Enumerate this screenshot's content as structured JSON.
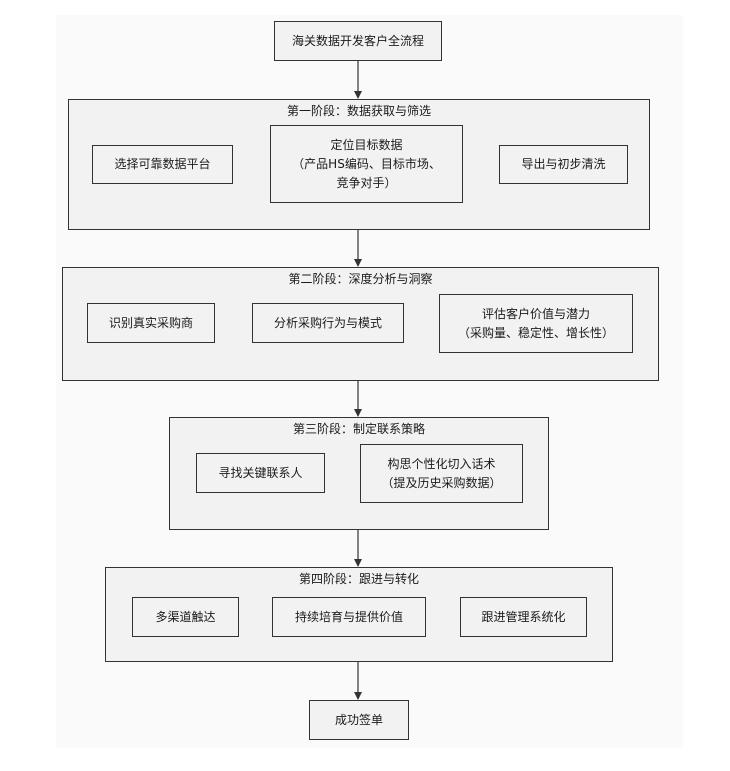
{
  "start": {
    "label": "海关数据开发客户全流程"
  },
  "end": {
    "label": "成功签单"
  },
  "stages": [
    {
      "title": "第一阶段：数据获取与筛选",
      "steps": [
        {
          "label": "选择可靠数据平台"
        },
        {
          "label": "定位目标数据\n（产品HS编码、目标市场、\n竞争对手）"
        },
        {
          "label": "导出与初步清洗"
        }
      ]
    },
    {
      "title": "第二阶段：深度分析与洞察",
      "steps": [
        {
          "label": "识别真实采购商"
        },
        {
          "label": "分析采购行为与模式"
        },
        {
          "label": "评估客户价值与潜力\n（采购量、稳定性、增长性）"
        }
      ]
    },
    {
      "title": "第三阶段：制定联系策略",
      "steps": [
        {
          "label": "寻找关键联系人"
        },
        {
          "label": "构思个性化切入话术\n（提及历史采购数据）"
        }
      ]
    },
    {
      "title": "第四阶段：跟进与转化",
      "steps": [
        {
          "label": "多渠道触达"
        },
        {
          "label": "持续培育与提供价值"
        },
        {
          "label": "跟进管理系统化"
        }
      ]
    }
  ]
}
